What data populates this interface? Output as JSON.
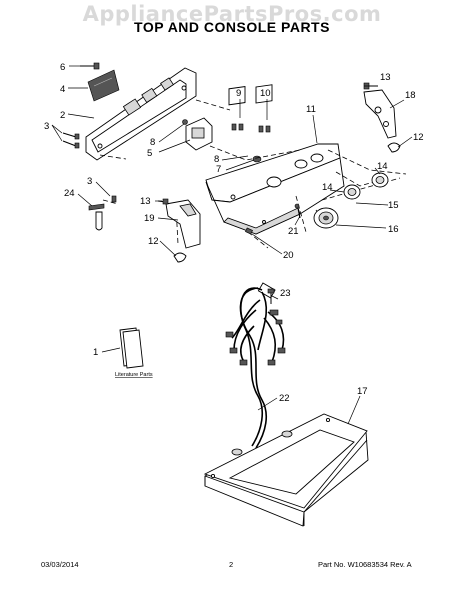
{
  "watermark": "AppliancePartsPros.com",
  "title": "TOP AND CONSOLE PARTS",
  "callouts": {
    "c1": "1",
    "c2": "2",
    "c3a": "3",
    "c3b": "3",
    "c4": "4",
    "c5": "5",
    "c6": "6",
    "c7": "7",
    "c8a": "8",
    "c8b": "8",
    "c9": "9",
    "c10": "10",
    "c11": "11",
    "c12a": "12",
    "c12b": "12",
    "c13a": "13",
    "c13b": "13",
    "c14a": "14",
    "c14b": "14",
    "c15": "15",
    "c16": "16",
    "c17": "17",
    "c18": "18",
    "c19": "19",
    "c20": "20",
    "c21": "21",
    "c22": "22",
    "c23": "23",
    "c24": "24"
  },
  "literature_label": "Literature Parts",
  "footer": {
    "date": "03/03/2014",
    "page": "2",
    "part_no": "Part No. W10683534  Rev. A"
  }
}
